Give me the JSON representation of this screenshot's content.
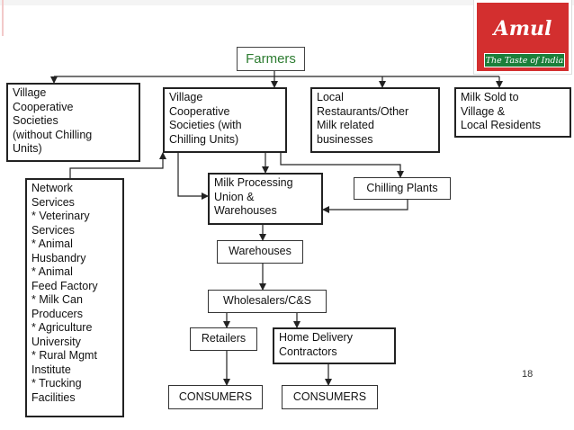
{
  "logo": {
    "brand": "Amul",
    "tagline": "The Taste of India"
  },
  "nodes": {
    "farmers": "Farmers",
    "vcs_without": "Village\nCooperative\nSocieties\n(without Chilling\nUnits)",
    "vcs_with": "Village\nCooperative\nSocieties (with\nChilling Units)",
    "local_restaurants": "Local\nRestaurants/Other\nMilk related\nbusinesses",
    "milk_sold": "Milk Sold to\nVillage &\nLocal Residents",
    "network_services": "Network\nServices\n* Veterinary\nServices\n* Animal\nHusbandry\n* Animal\nFeed Factory\n* Milk Can\nProducers\n* Agriculture\nUniversity\n* Rural Mgmt\nInstitute\n* Trucking\nFacilities",
    "milk_processing": "Milk Processing\nUnion &\nWarehouses",
    "chilling_plants": "Chilling Plants",
    "warehouses": "Warehouses",
    "wholesalers": "Wholesalers/C&S",
    "retailers": "Retailers",
    "home_delivery": "Home Delivery\nContractors",
    "consumers_1": "CONSUMERS",
    "consumers_2": "CONSUMERS"
  },
  "page_number": "18"
}
